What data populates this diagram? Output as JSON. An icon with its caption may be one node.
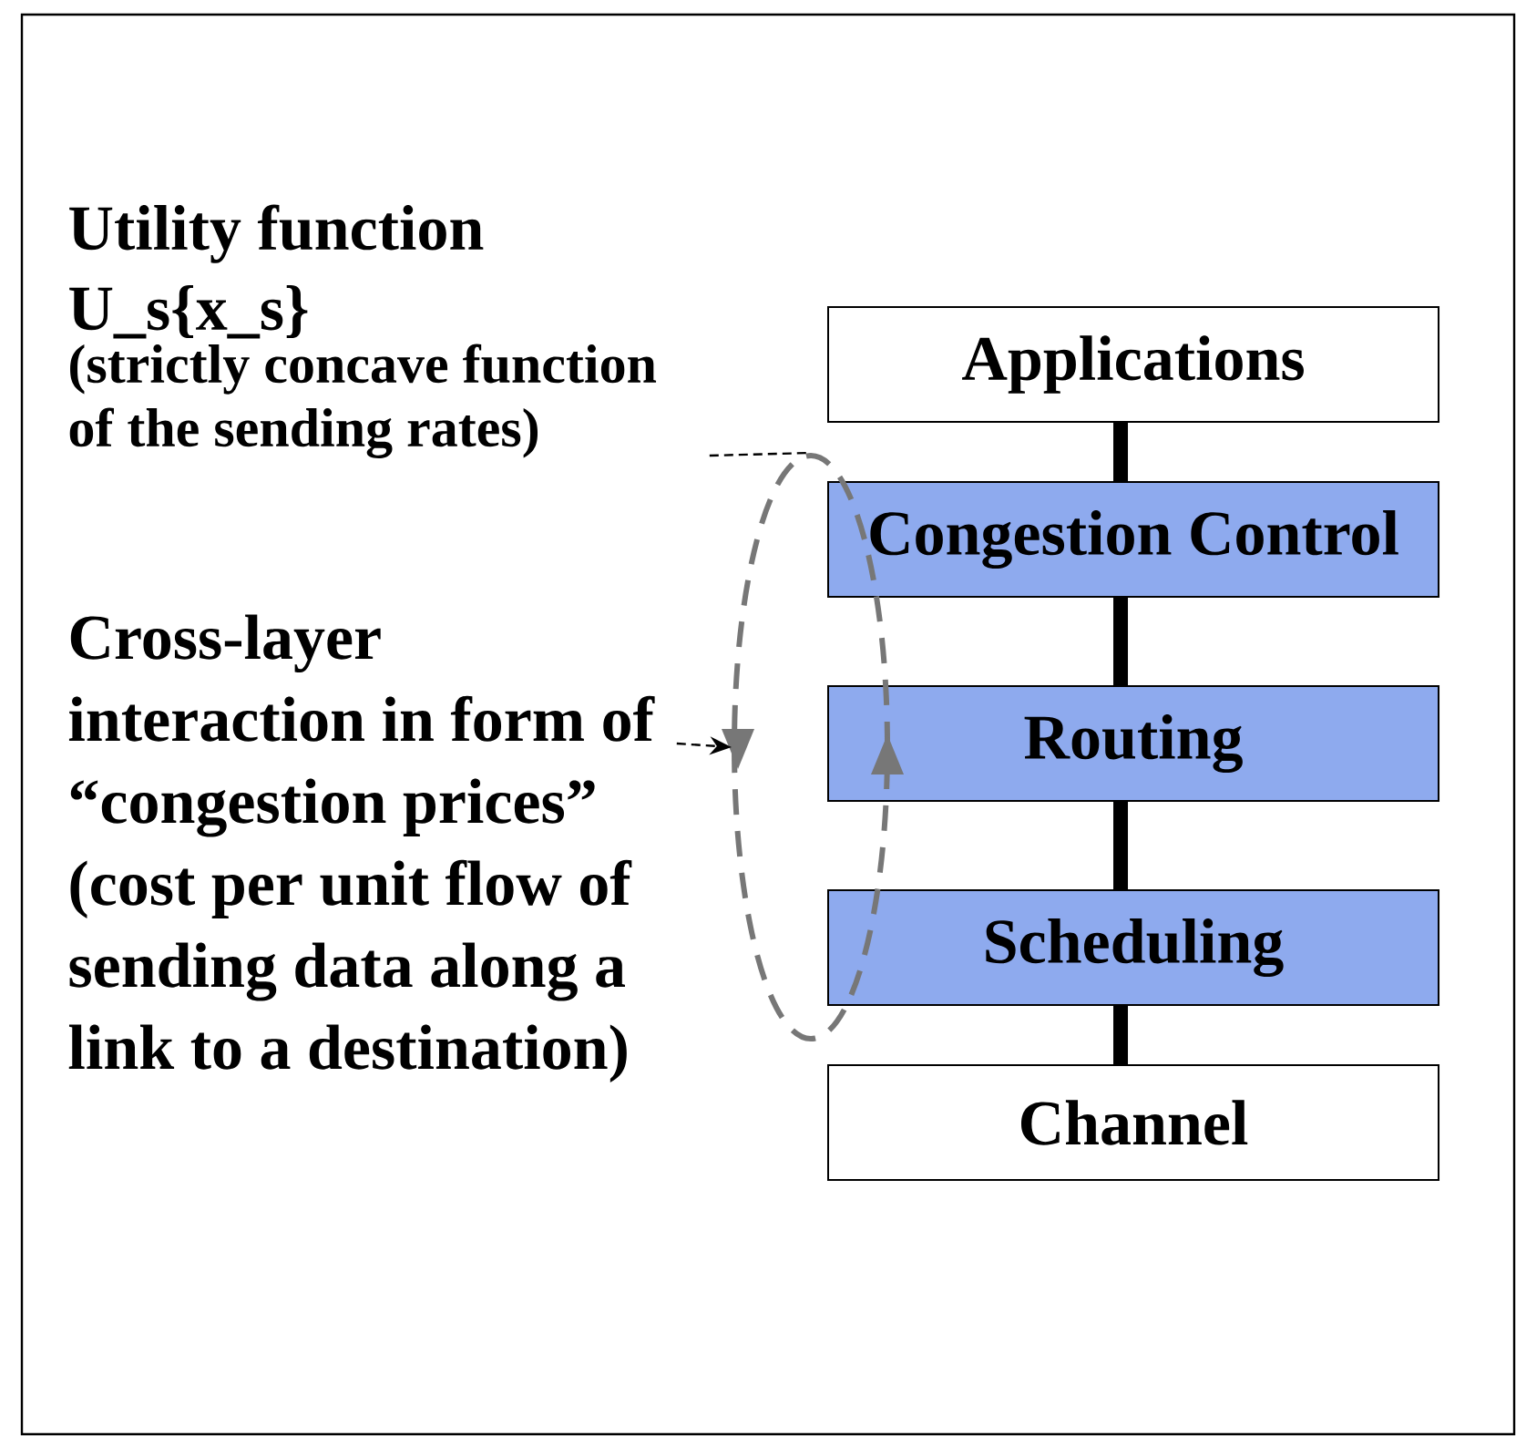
{
  "diagram": {
    "nodes": [
      {
        "text": [
          "Applications"
        ]
      },
      {
        "text": [
          "Congestion Control"
        ]
      },
      {
        "text": [
          "Routing"
        ]
      },
      {
        "text": [
          "Scheduling"
        ]
      },
      {
        "text": [
          "Channel"
        ]
      },
      {
        "text": [
          "Utility function U_s{x_s}",
          "(strictly concave function of the sending rates)"
        ]
      },
      {
        "text": [
          "Cross-layer interaction in form of “congestion prices” (cost per unit flow of sending data along a link to a destination)"
        ]
      },
      {
        "text": [],
        "shape": "ellipse"
      }
    ],
    "edges": [
      {
        "from": 0,
        "to": 1,
        "arrow": "none"
      },
      {
        "from": 1,
        "to": 2,
        "arrow": "none"
      },
      {
        "from": 2,
        "to": 3,
        "arrow": "none"
      },
      {
        "from": 3,
        "to": 4,
        "arrow": "none"
      },
      {
        "from": 5,
        "to": 7,
        "arrow": "none",
        "style": "dashed"
      },
      {
        "from": 6,
        "to": 7,
        "arrow": "to",
        "style": "dashed"
      }
    ]
  }
}
